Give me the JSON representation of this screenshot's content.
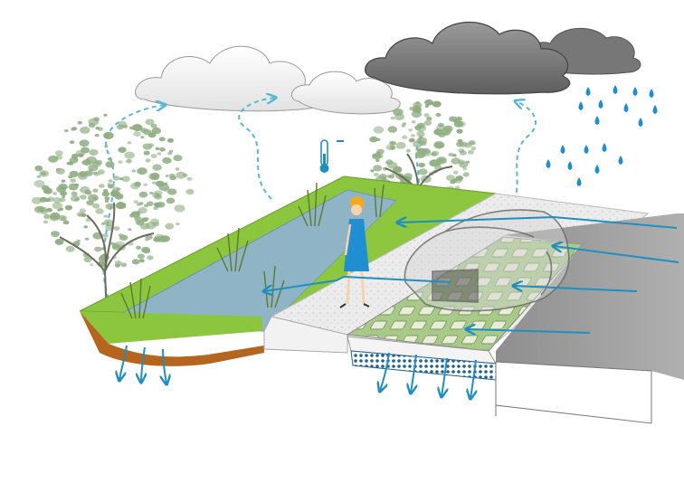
{
  "scene": {
    "kind": "green-infrastructure-cross-section",
    "elements": [
      "cloud",
      "storm-cloud",
      "rain-drops",
      "tree",
      "thermometer-icon",
      "bioswale",
      "reeds",
      "person",
      "sidewalk",
      "car",
      "permeable-paving",
      "gravel-base",
      "road",
      "infiltration-arrows",
      "runoff-arrows",
      "evaporation-arrows"
    ]
  },
  "colors": {
    "grass": "#8cc63f",
    "water": "#8fb4c6",
    "soil": "#b5651d",
    "arrow": "#1f8fc2",
    "evaporation": "#56b8d8",
    "road": "#9a9a9a",
    "cloud_light": "#f0f0f0",
    "cloud_dark": "#6e6e6e",
    "rain": "#1d8fd0",
    "tree_leaf": "#8fae82",
    "dress": "#1f8fd2",
    "hair": "#f2a91e",
    "paving_grid": "#8dc26a",
    "gravel": "#1f6fb0"
  }
}
